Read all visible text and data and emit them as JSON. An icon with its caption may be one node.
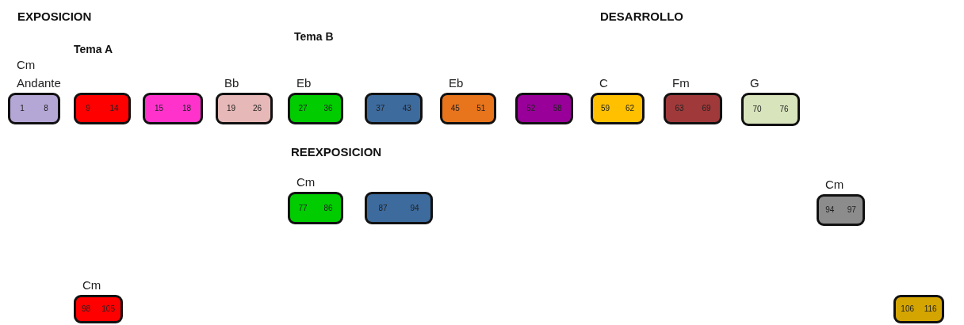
{
  "diagram": {
    "nodes": [
      {
        "text": [
          "1",
          "8"
        ],
        "beside": [
          "Cm",
          "Andante"
        ]
      },
      {
        "text": [
          "9",
          "14"
        ]
      },
      {
        "text": [
          "15",
          "18"
        ]
      },
      {
        "text": [
          "19",
          "26"
        ],
        "beside": [
          "Bb"
        ]
      },
      {
        "text": [
          "27",
          "36"
        ],
        "beside": [
          "Eb"
        ]
      },
      {
        "text": [
          "37",
          "43"
        ]
      },
      {
        "text": [
          "45",
          "51"
        ],
        "beside": [
          "Eb"
        ]
      },
      {
        "text": [
          "52",
          "58"
        ]
      },
      {
        "text": [
          "59",
          "62"
        ],
        "beside": [
          "C"
        ]
      },
      {
        "text": [
          "63",
          "69"
        ],
        "beside": [
          "Fm"
        ]
      },
      {
        "text": [
          "70",
          "76"
        ],
        "beside": [
          "G"
        ]
      },
      {
        "text": [
          "77",
          "86"
        ],
        "beside": [
          "Cm"
        ]
      },
      {
        "text": [
          "87",
          "94"
        ]
      },
      {
        "text": [
          "94",
          "97"
        ],
        "beside": [
          "Cm"
        ]
      },
      {
        "text": [
          "98",
          "105"
        ],
        "beside": [
          "Cm"
        ]
      },
      {
        "text": [
          "106",
          "116"
        ]
      }
    ],
    "labels": [
      "EXPOSICION",
      "DESARROLLO",
      "Tema B",
      "Tema A",
      "REEXPOSICION"
    ]
  }
}
